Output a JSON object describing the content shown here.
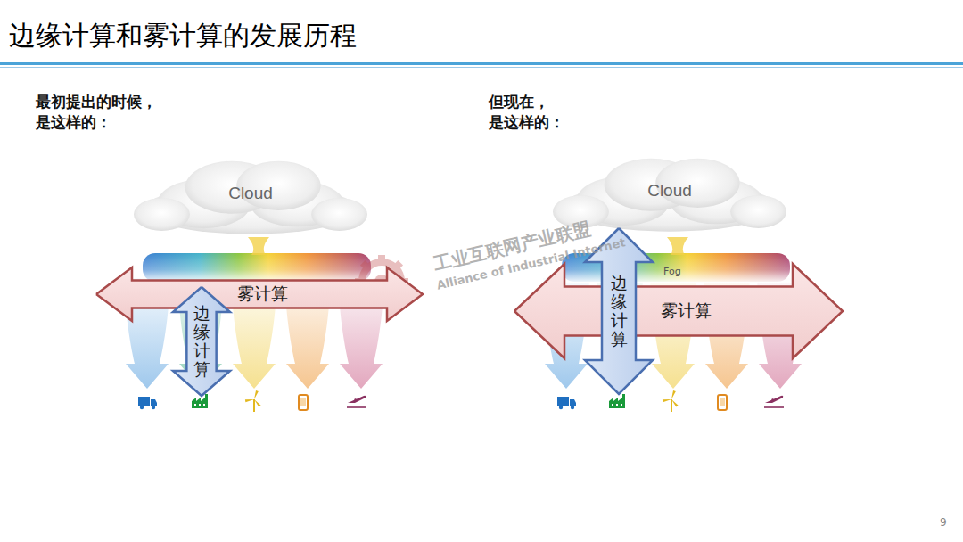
{
  "diagram": {
    "title": "边缘计算和雾计算的发展历程",
    "nodes": [
      {
        "text": [
          "Cloud"
        ]
      },
      {
        "text": [
          "雾计算"
        ]
      },
      {
        "text": [
          "边缘计算"
        ]
      },
      {
        "text": [
          "Cloud"
        ]
      },
      {
        "text": [
          "雾计算"
        ]
      },
      {
        "text": [
          "边缘计算"
        ]
      }
    ],
    "labels": [
      "最初提出的时候， 是这样的：",
      "但现在， 是这样的：",
      "Fog",
      "工业互联网产业联盟",
      "Alliance of Industrial Internet",
      "9"
    ]
  }
}
